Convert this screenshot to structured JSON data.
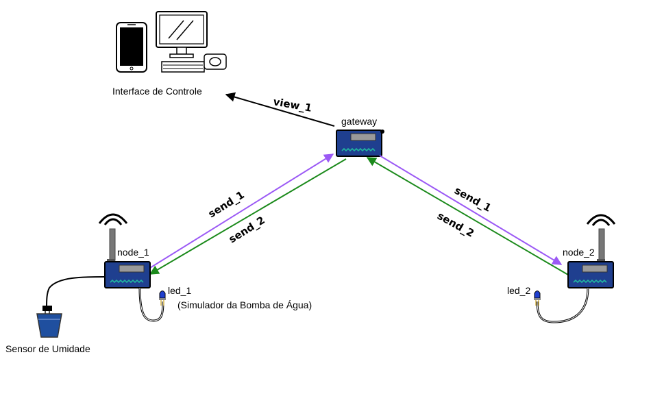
{
  "labels": {
    "interface": "Interface de Controle",
    "gateway": "gateway",
    "node_1": "node_1",
    "node_2": "node_2",
    "led_1": "led_1",
    "led_2": "led_2",
    "pump_note": "(Simulador da Bomba de Água)",
    "sensor": "Sensor de Umidade"
  },
  "edges": {
    "view_1": "view_1",
    "send_1_left": "send_1",
    "send_2_left": "send_2",
    "send_1_right": "send_1",
    "send_2_right": "send_2"
  },
  "colors": {
    "send_1": "#9b59f5",
    "send_2": "#1b8a1b",
    "view_1": "#000000",
    "device_body": "#1f3f8f",
    "device_screen": "#9a9a9a",
    "device_leds": "#21b5a0",
    "water": "#1f4f9f"
  },
  "icons": [
    "smartphone-icon",
    "desktop-computer-icon",
    "antenna-icon",
    "led-icon",
    "humidity-sensor-icon"
  ]
}
